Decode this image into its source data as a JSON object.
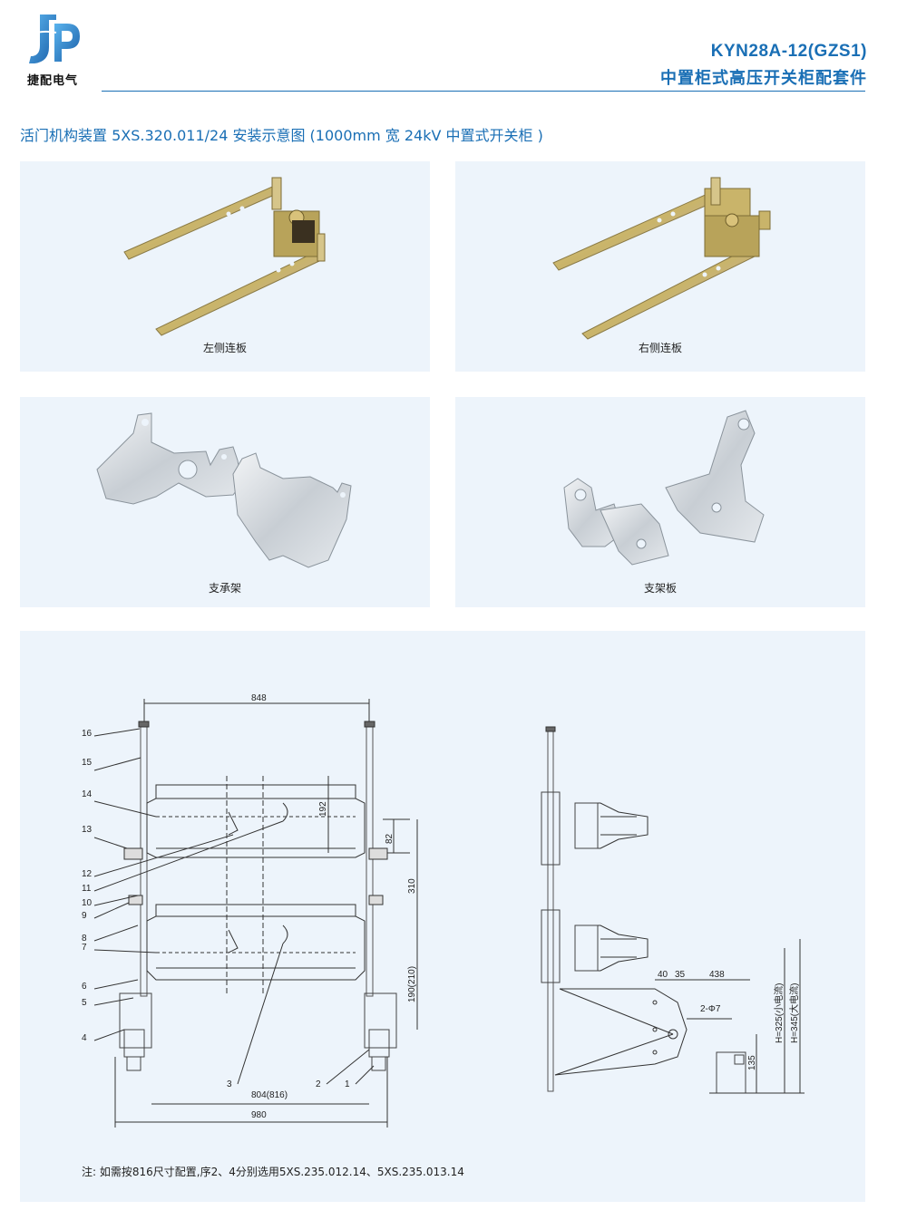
{
  "brand": {
    "name": "捷配电气",
    "logo_letters": "JP",
    "accent": "#1a6fb5"
  },
  "header": {
    "model": "KYN28A-12(GZS1)",
    "subtitle": "中置柜式高压开关柜配套件"
  },
  "section_title": "活门机构装置 5XS.320.011/24 安装示意图 (1000mm 宽 24kV 中置式开关柜 )",
  "photos": [
    {
      "caption": "左侧连板"
    },
    {
      "caption": "右侧连板"
    },
    {
      "caption": "支承架"
    },
    {
      "caption": "支架板"
    }
  ],
  "drawing": {
    "dims": {
      "top_width": "848",
      "h192": "192",
      "h82": "82",
      "h310": "310",
      "h190": "190(210)",
      "w804": "804(816)",
      "w980": "980",
      "d40": "40",
      "d35": "35",
      "d438": "438",
      "hole": "2-Φ7",
      "h135": "135",
      "h325": "H=325(小电流)",
      "h345": "H=345(大电流)"
    },
    "part_labels": [
      "16",
      "15",
      "14",
      "13",
      "12",
      "11",
      "10",
      "9",
      "8",
      "7",
      "6",
      "5",
      "4",
      "3",
      "2",
      "1"
    ]
  },
  "note": "注: 如需按816尺寸配置,序2、4分别选用5XS.235.012.14、5XS.235.013.14"
}
